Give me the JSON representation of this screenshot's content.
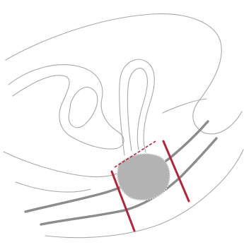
{
  "figure": {
    "kind": "anatomical line illustration",
    "colors": {
      "background": "#ffffff",
      "outline": "#a9a9a9",
      "outline_bold": "#8c8c8c",
      "lesion_fill": "#b3b3b3",
      "lesion_edge": "#d9d9d9",
      "marker": "#b0263a"
    },
    "elements": [
      "outer-body-contour",
      "inner-organ-outline",
      "looped-tube-outline",
      "lower-contour",
      "tubular-canal",
      "shaded-lesion",
      "dashed-margin-line",
      "left-resection-line",
      "right-resection-line"
    ]
  }
}
